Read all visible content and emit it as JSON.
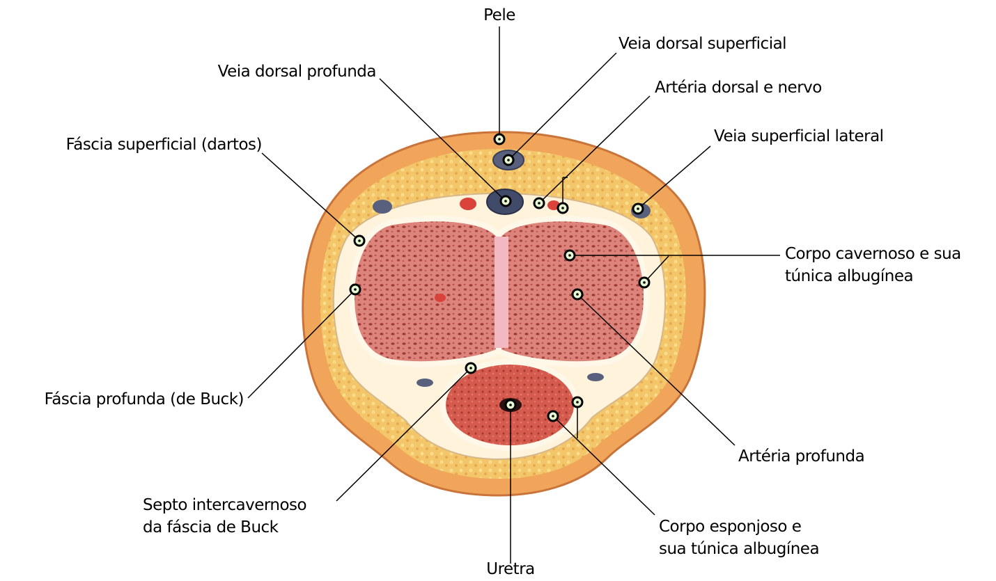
{
  "labels": {
    "pele": "Pele",
    "veia_dorsal_superficial": "Veia dorsal superficial",
    "veia_dorsal_profunda": "Veia dorsal profunda",
    "arteria_dorsal_nervo": "Artéria dorsal e nervo",
    "fascia_superficial": "Fáscia superficial (dartos)",
    "veia_superficial_lateral": "Veia superficial lateral",
    "corpo_cavernoso_1": "Corpo cavernoso e sua",
    "corpo_cavernoso_2": "túnica albugínea",
    "fascia_profunda": "Fáscia profunda (de Buck)",
    "arteria_profunda": "Artéria profunda",
    "septo_1": "Septo intercavernoso",
    "septo_2": "da fáscia de Buck",
    "corpo_esponjoso_1": "Corpo esponjoso e",
    "corpo_esponjoso_2": "sua túnica albugínea",
    "uretra": "Uretra"
  },
  "colors": {
    "skin": "#f0a55a",
    "skin_edge": "#c9743a",
    "fat": "#f7cf6e",
    "fascia": "#fff7e0",
    "cavernous": "#d77a74",
    "cavernous_dark": "#a9453f",
    "spongy": "#d25a4d",
    "vein": "#58607e",
    "artery": "#d9433b",
    "septum": "#f2b9c3",
    "marker_fill": "#e7f7d2"
  }
}
